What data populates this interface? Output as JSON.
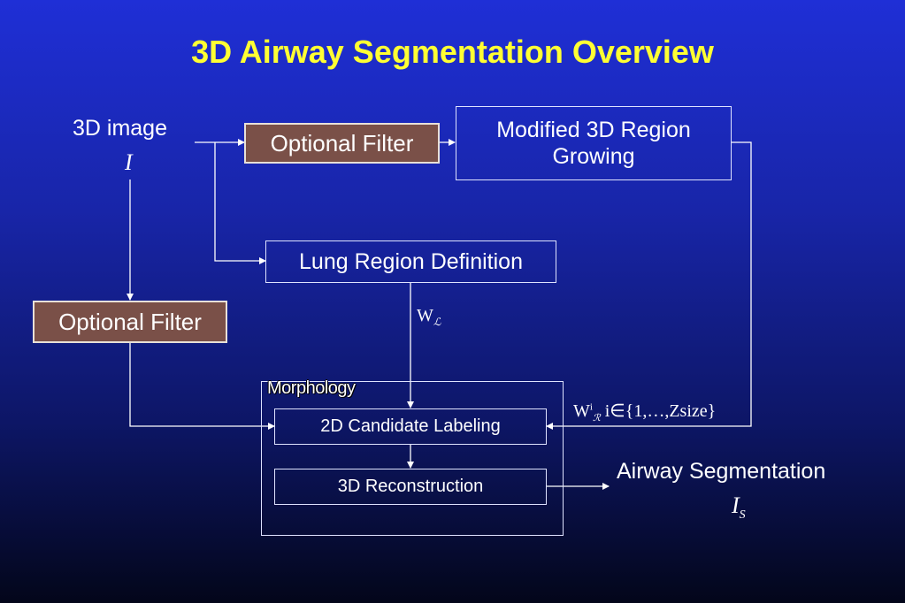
{
  "title": "3D Airway Segmentation Overview",
  "input": {
    "label": "3D image",
    "symbol": "I"
  },
  "optional_filter_top": "Optional Filter",
  "optional_filter_left": "Optional Filter",
  "region_growing": "Modified 3D Region Growing",
  "lung_region": "Lung Region Definition",
  "wl": {
    "base": "W",
    "sub": "ℒ"
  },
  "morphology_label": "Morphology",
  "candidate_labeling": "2D Candidate Labeling",
  "reconstruction": "3D Reconstruction",
  "wr": {
    "base": "W",
    "sup": "i",
    "sub": "ℛ",
    "set": "i∈{1,…,Zsize}"
  },
  "output": {
    "label": "Airway Segmentation",
    "symbol": "I",
    "symbol_sub": "S"
  },
  "colors": {
    "title": "#ffff33",
    "filter_fill": "#7a5048",
    "line": "#ffffff"
  }
}
